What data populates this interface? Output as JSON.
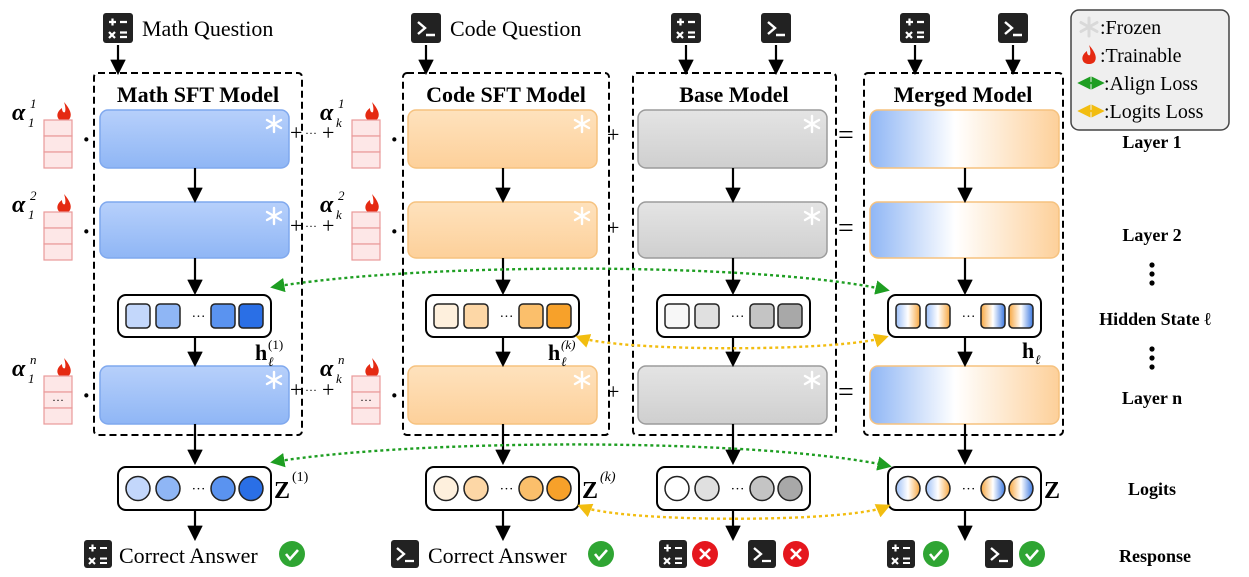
{
  "inputs": {
    "math_question": "Math Question",
    "code_question": "Code Question"
  },
  "models": {
    "math_sft": "Math SFT Model",
    "code_sft": "Code SFT Model",
    "base": "Base Model",
    "merged": "Merged Model"
  },
  "legend": {
    "frozen": ":Frozen",
    "trainable": ":Trainable",
    "align_loss": ":Align Loss",
    "logits_loss": ":Logits Loss"
  },
  "row_labels": {
    "layer1": "Layer 1",
    "layer2": "Layer 2",
    "hidden_state": "Hidden State ℓ",
    "layer_n": "Layer n",
    "logits": "Logits",
    "response": "Response"
  },
  "coefficients": {
    "alpha": "α",
    "sub_1": "1",
    "sub_k": "k",
    "sup_1": "1",
    "sup_2": "2",
    "sup_n": "n"
  },
  "hidden_labels": {
    "h": "h",
    "sub": "ℓ",
    "sup_1": "(1)",
    "sup_k": "(k)"
  },
  "logit_labels": {
    "z": "Z",
    "sup_1": "(1)",
    "sup_k": "(k)"
  },
  "operators": {
    "dot": "·",
    "plus": "+",
    "dots": "···",
    "equals": "="
  },
  "responses": {
    "math_answer": "Correct Answer",
    "code_answer": "Correct Answer"
  },
  "icons": {
    "math": "calculator-icon",
    "code": "terminal-icon",
    "frozen": "snowflake-icon",
    "trainable": "flame-icon",
    "correct": "check-circle-icon",
    "wrong": "x-circle-icon"
  },
  "colors": {
    "math_blue": "#9ec0f7",
    "code_orange": "#fdd7a6",
    "base_gray": "#d7d7d7",
    "align_loss": "#1e9e22",
    "logits_loss": "#f2bd10",
    "trainable": "#e52a12",
    "correct": "#2fa533",
    "wrong": "#e5171e"
  }
}
